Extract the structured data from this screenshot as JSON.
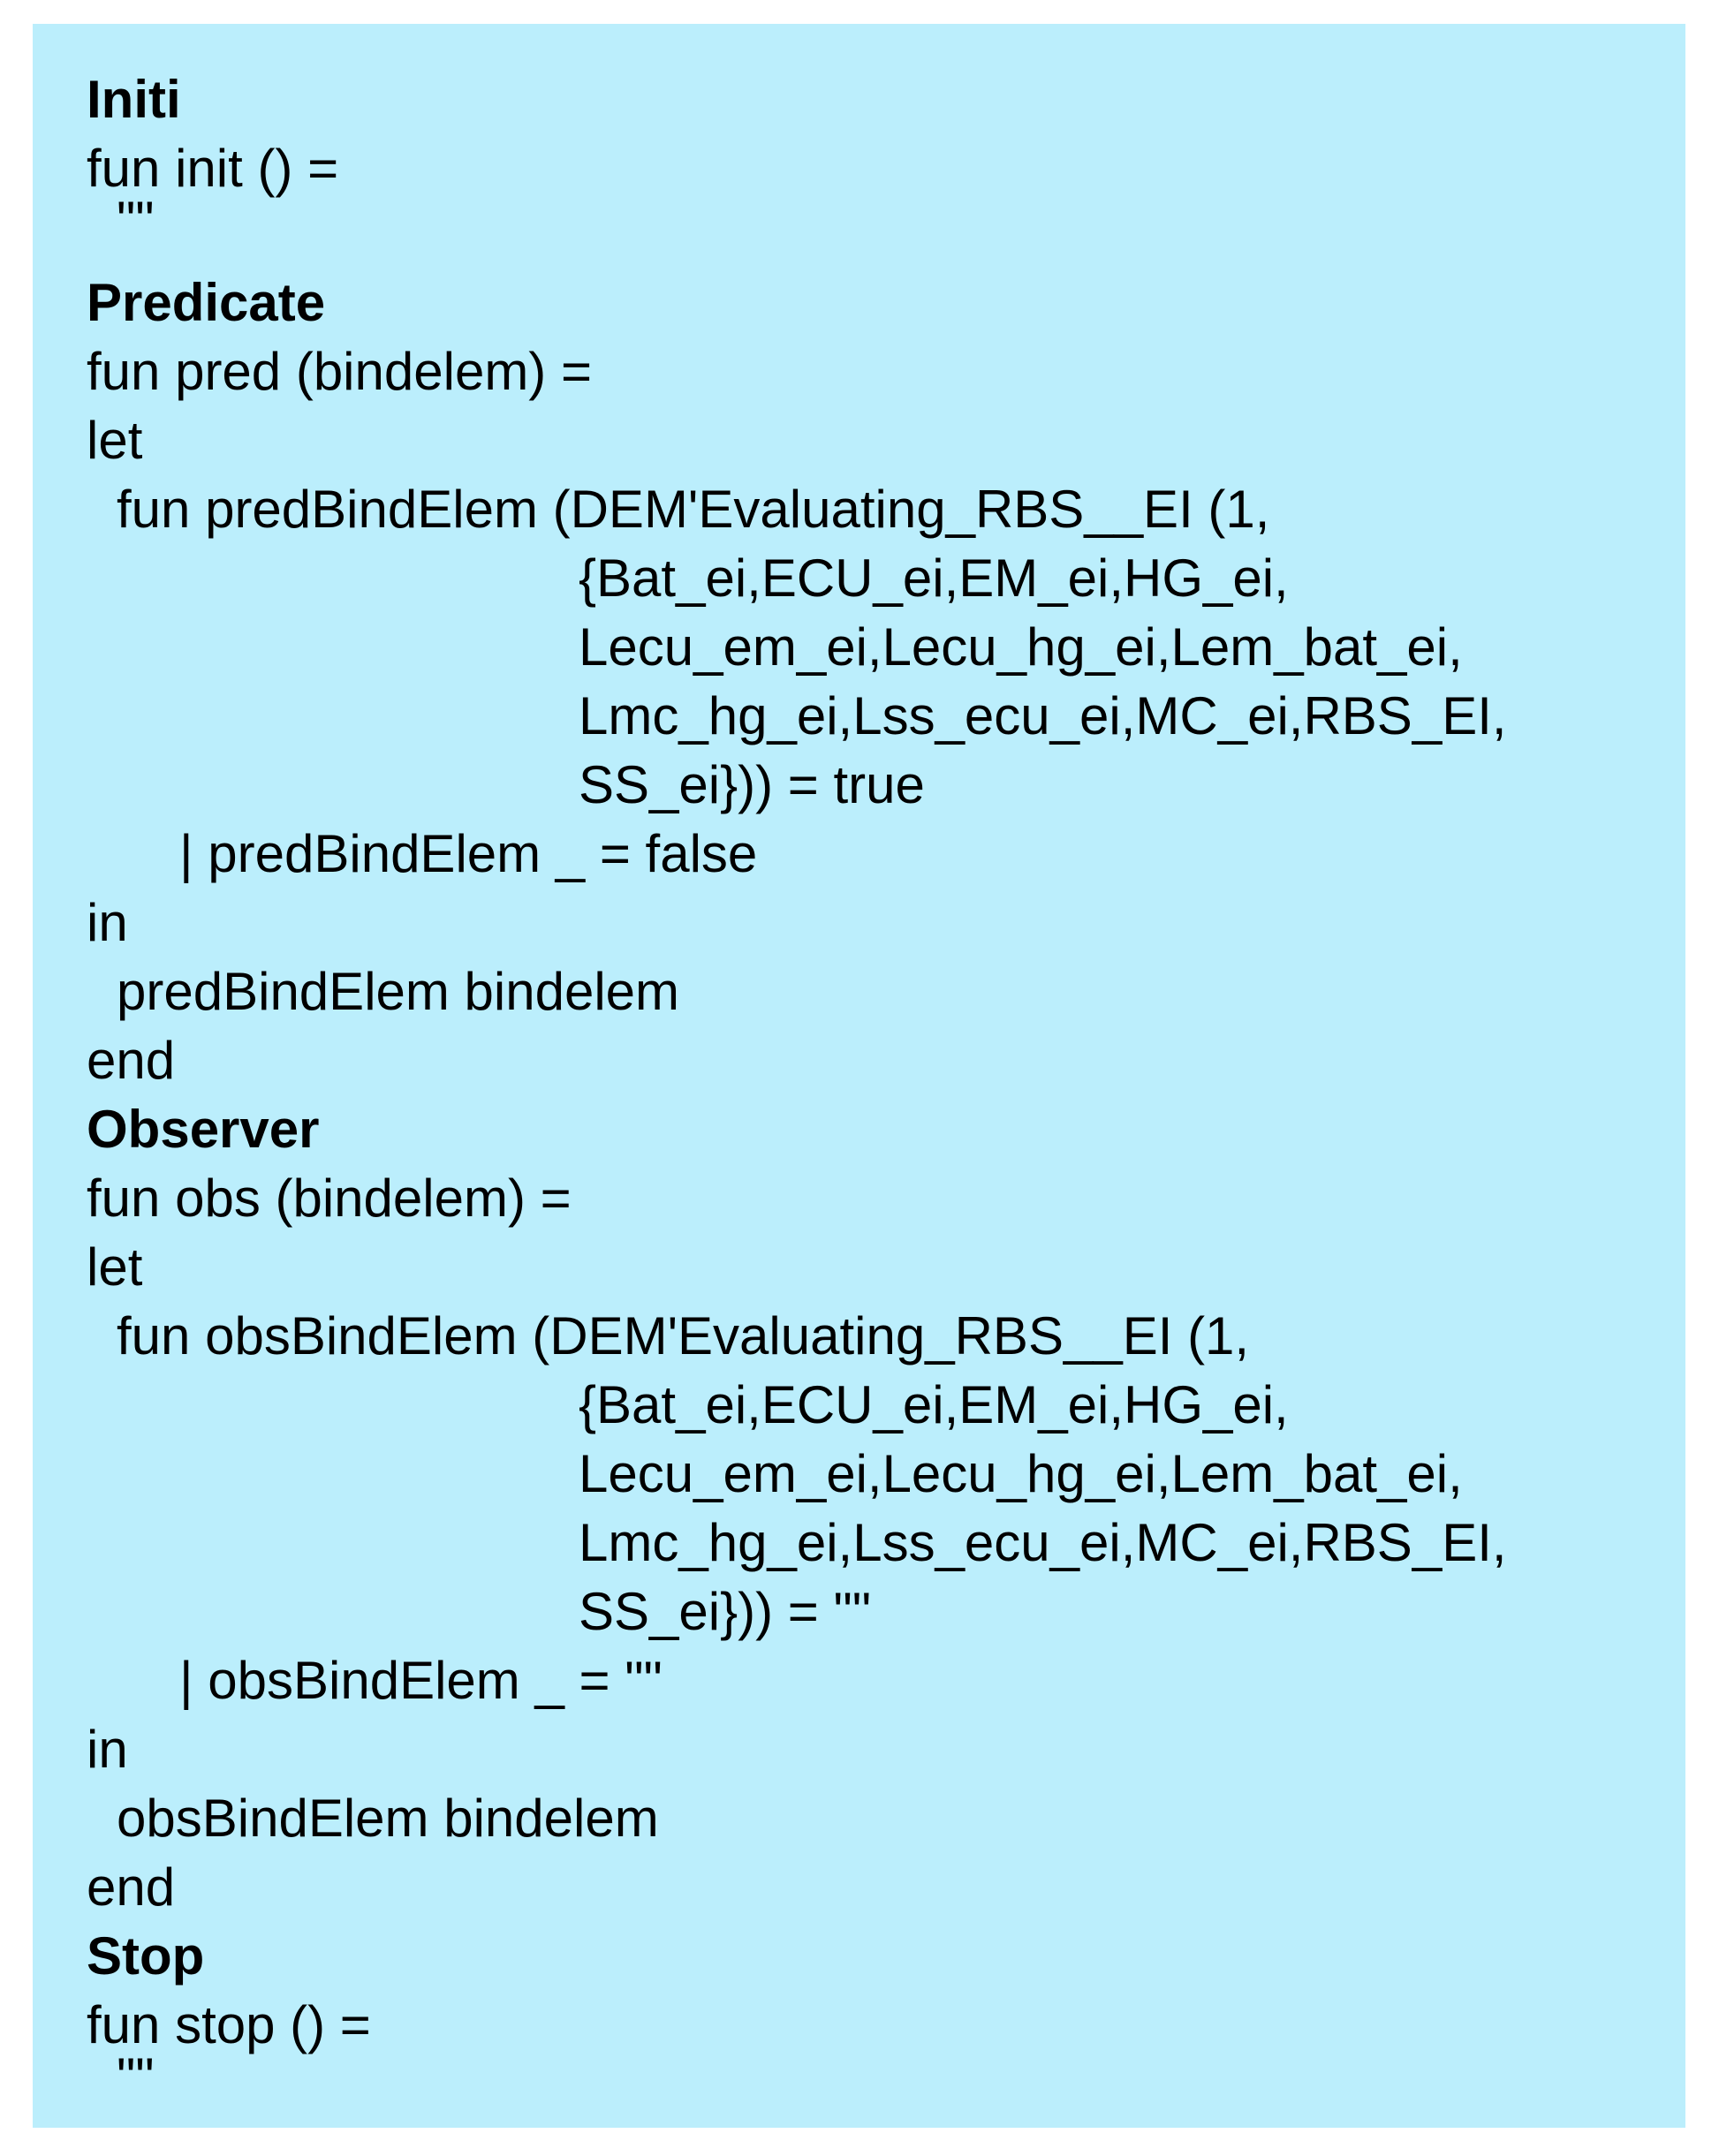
{
  "sections": {
    "init": {
      "heading": "Initi",
      "lines": [
        "fun init () =",
        "\"\""
      ]
    },
    "predicate": {
      "heading": "Predicate",
      "lines": [
        "fun pred (bindelem) =",
        "let",
        "fun predBindElem (DEM'Evaluating_RBS__EI (1,",
        "{Bat_ei,ECU_ei,EM_ei,HG_ei,",
        "Lecu_em_ei,Lecu_hg_ei,Lem_bat_ei,",
        "Lmc_hg_ei,Lss_ecu_ei,MC_ei,RBS_EI,",
        "SS_ei})) = true",
        "| predBindElem _ = false",
        "in",
        "predBindElem bindelem",
        "end"
      ]
    },
    "observer": {
      "heading": "Observer",
      "lines": [
        "fun obs (bindelem) =",
        "let",
        "fun obsBindElem (DEM'Evaluating_RBS__EI (1,",
        "{Bat_ei,ECU_ei,EM_ei,HG_ei,",
        "Lecu_em_ei,Lecu_hg_ei,Lem_bat_ei,",
        "Lmc_hg_ei,Lss_ecu_ei,MC_ei,RBS_EI,",
        "SS_ei})) = \"\"",
        "| obsBindElem _ = \"\"",
        "in",
        "obsBindElem bindelem",
        "end"
      ]
    },
    "stop": {
      "heading": "Stop",
      "lines": [
        "fun stop () =",
        "\"\""
      ]
    }
  }
}
